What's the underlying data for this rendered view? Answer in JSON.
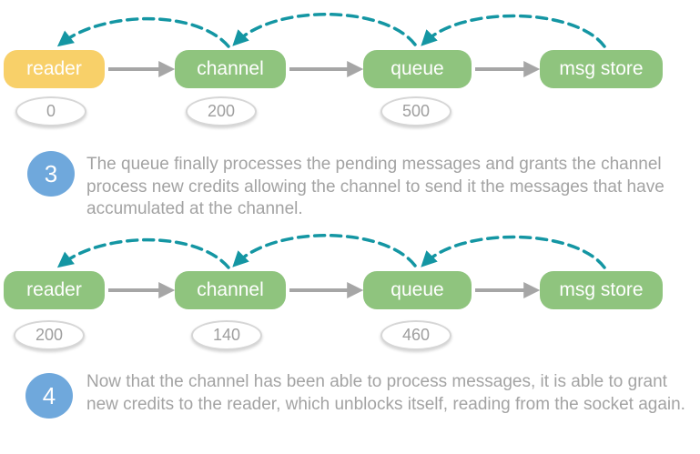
{
  "colors": {
    "node_green": "#8fc47e",
    "node_yellow": "#f8d069",
    "credit_arc_teal": "#1496a3",
    "flow_arrow_gray": "#a6a6a6",
    "step_circle_blue": "#6fa8dc",
    "step_text_gray": "#a3a3a3",
    "value_text_gray": "#9e9e9e",
    "oval_border_gray": "#d6d6d6"
  },
  "diagrams": [
    {
      "name": "pipeline-state-step-3",
      "nodes": [
        {
          "label": "reader",
          "color": "yellow",
          "value": "0"
        },
        {
          "label": "channel",
          "color": "green",
          "value": "200"
        },
        {
          "label": "queue",
          "color": "green",
          "value": "500"
        },
        {
          "label": "msg store",
          "color": "green"
        }
      ]
    },
    {
      "name": "pipeline-state-step-4",
      "nodes": [
        {
          "label": "reader",
          "color": "green",
          "value": "200"
        },
        {
          "label": "channel",
          "color": "green",
          "value": "140"
        },
        {
          "label": "queue",
          "color": "green",
          "value": "460"
        },
        {
          "label": "msg store",
          "color": "green"
        }
      ]
    }
  ],
  "steps": [
    {
      "number": "3",
      "text": "The queue finally processes the pending messages and grants the channel process new credits allowing the channel to send it the messages that have accumulated at the channel."
    },
    {
      "number": "4",
      "text": "Now that the channel has been able to process messages, it is able to grant new credits to the reader, which unblocks itself, reading from the socket again."
    }
  ]
}
